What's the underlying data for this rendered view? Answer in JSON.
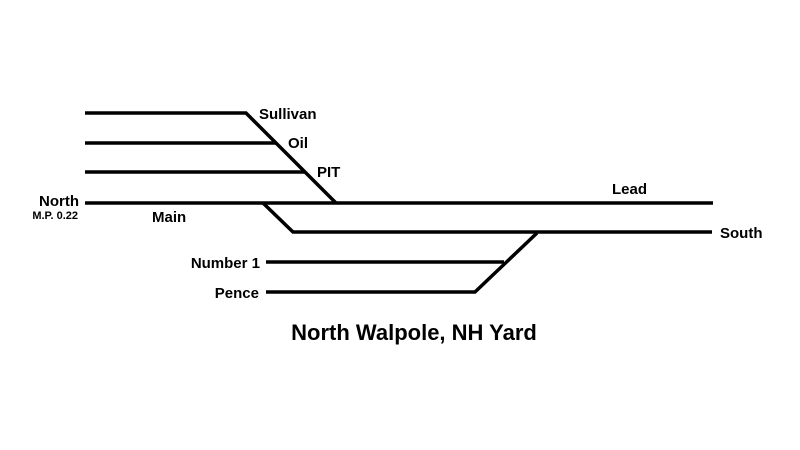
{
  "diagram": {
    "title": "North Walpole, NH Yard",
    "background": "#ffffff",
    "track_color": "#000000",
    "text_color": "#000000",
    "labels": {
      "sullivan": "Sullivan",
      "oil": "Oil",
      "pit": "PIT",
      "north": "North",
      "milepost": "M.P. 0.22",
      "main": "Main",
      "lead": "Lead",
      "south": "South",
      "number_1": "Number 1",
      "pence": "Pence"
    }
  }
}
